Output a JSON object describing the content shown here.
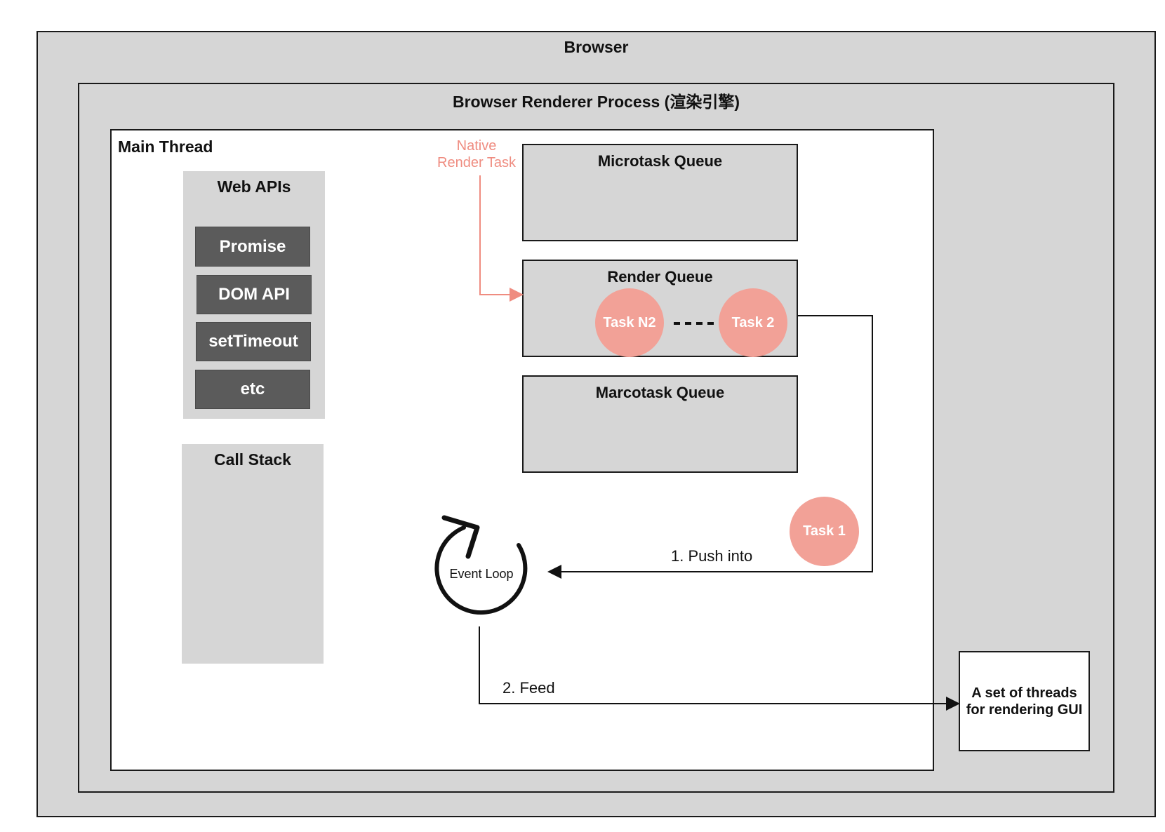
{
  "browser": {
    "title": "Browser"
  },
  "renderer": {
    "title": "Browser Renderer Process (渲染引擎)"
  },
  "main_thread": {
    "title": "Main Thread"
  },
  "web_apis": {
    "title": "Web APIs",
    "items": [
      "Promise",
      "DOM API",
      "setTimeout",
      "etc"
    ]
  },
  "call_stack": {
    "title": "Call Stack"
  },
  "native_render_task": {
    "line1": "Native",
    "line2": "Render Task"
  },
  "queues": {
    "microtask": "Microtask Queue",
    "render": "Render Queue",
    "macrotask": "Marcotask Queue"
  },
  "tasks": {
    "task_n2": "Task N2",
    "task_2": "Task 2",
    "task_1": "Task 1"
  },
  "event_loop": {
    "label": "Event Loop"
  },
  "arrows": {
    "push_into": "1. Push into",
    "feed": "2. Feed"
  },
  "gui_threads": {
    "line1": "A set of threads",
    "line2": "for rendering GUI"
  },
  "colors": {
    "task_fill": "#f2a197",
    "native_text": "#ef8c80",
    "panel_gray": "#d6d6d6",
    "api_dark": "#5b5b5b"
  }
}
